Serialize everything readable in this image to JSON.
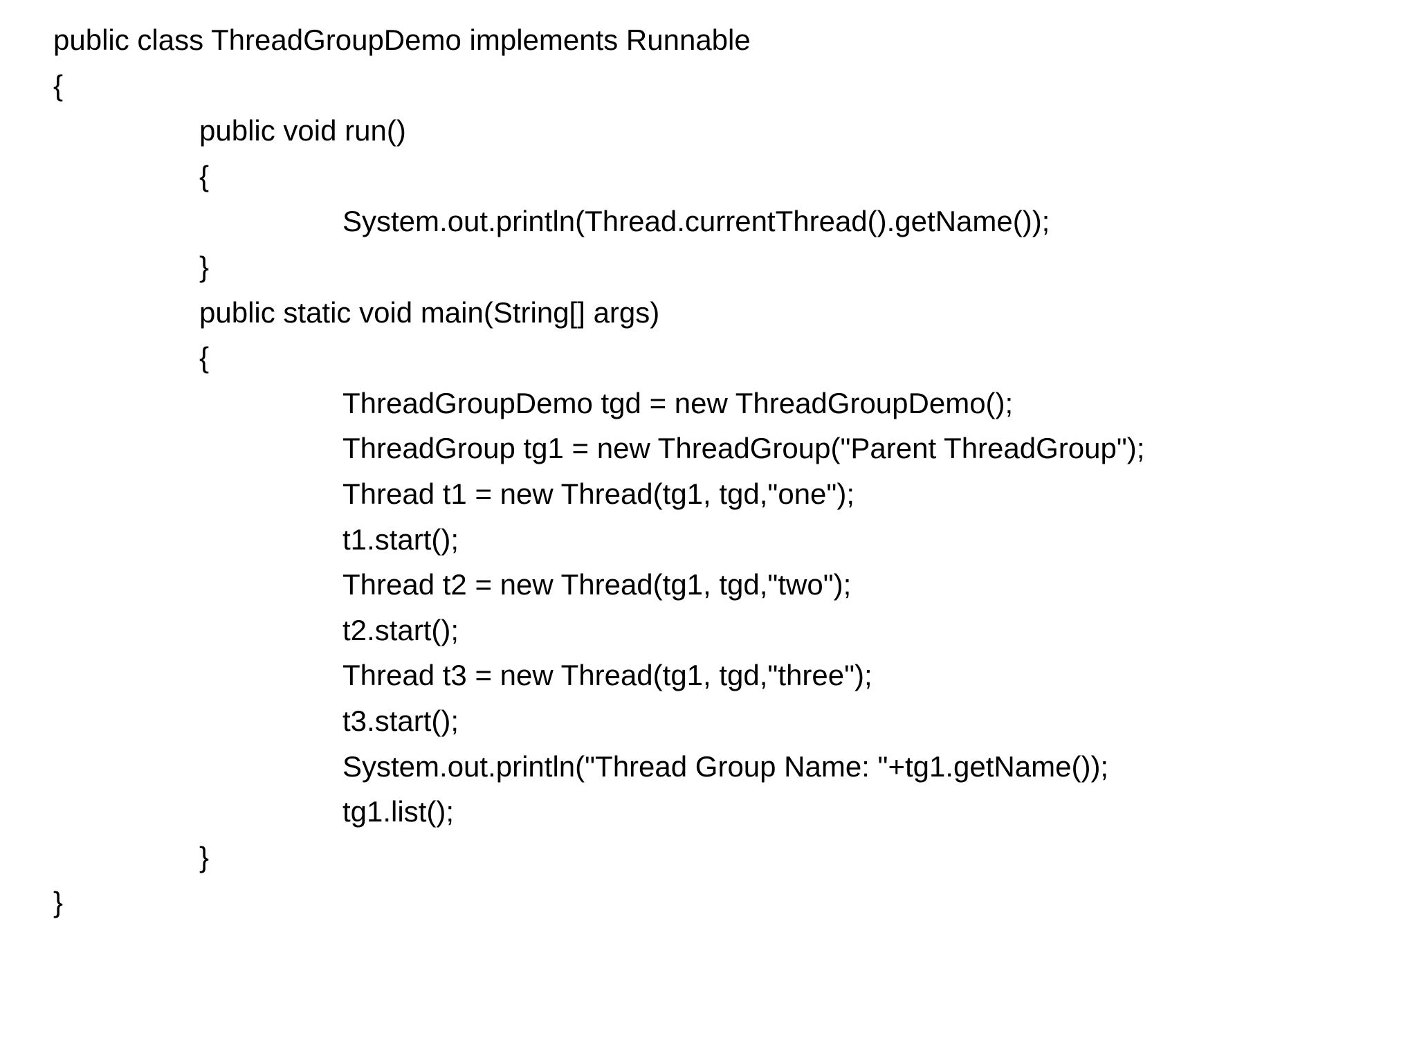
{
  "page": {
    "background": "#ffffff",
    "text_color": "#000000",
    "title": "ThreadGroupDemo Java code listing"
  },
  "code": {
    "language": "java",
    "lines": [
      {
        "indent": 0,
        "text": "public class ThreadGroupDemo implements Runnable"
      },
      {
        "indent": 0,
        "text": "{"
      },
      {
        "indent": 1,
        "text": "public void run()"
      },
      {
        "indent": 1,
        "text": "{"
      },
      {
        "indent": 2,
        "text": "System.out.println(Thread.currentThread().getName());"
      },
      {
        "indent": 1,
        "text": "}"
      },
      {
        "indent": 1,
        "text": "public static void main(String[] args)"
      },
      {
        "indent": 1,
        "text": "{"
      },
      {
        "indent": 2,
        "text": "ThreadGroupDemo tgd = new ThreadGroupDemo();"
      },
      {
        "indent": 2,
        "text": "ThreadGroup tg1 = new ThreadGroup(\"Parent ThreadGroup\");"
      },
      {
        "indent": 2,
        "text": "Thread t1 = new Thread(tg1, tgd,\"one\");"
      },
      {
        "indent": 2,
        "text": "t1.start();"
      },
      {
        "indent": 2,
        "text": "Thread t2 = new Thread(tg1, tgd,\"two\");"
      },
      {
        "indent": 2,
        "text": "t2.start();"
      },
      {
        "indent": 2,
        "text": "Thread t3 = new Thread(tg1, tgd,\"three\");"
      },
      {
        "indent": 2,
        "text": "t3.start();"
      },
      {
        "indent": 2,
        "text": "System.out.println(\"Thread Group Name: \"+tg1.getName());"
      },
      {
        "indent": 2,
        "text": "tg1.list();"
      },
      {
        "indent": 1,
        "text": "}"
      },
      {
        "indent": 0,
        "text": "}"
      }
    ]
  }
}
